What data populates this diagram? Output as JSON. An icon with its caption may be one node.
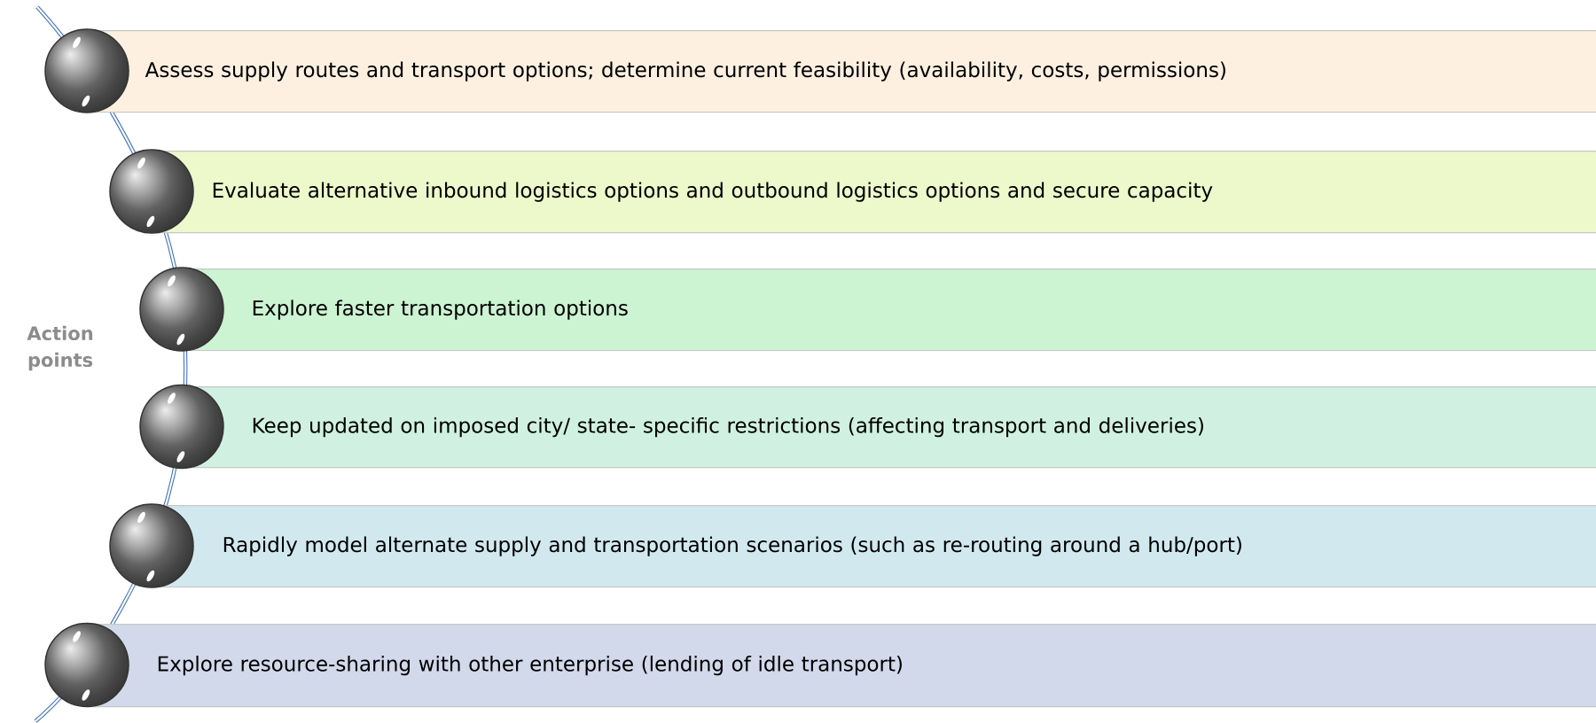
{
  "diagram": {
    "nodes": [
      {
        "text": [
          "Assess supply routes and transport options; determine current feasibility (availability, costs, permissions)"
        ]
      },
      {
        "text": [
          "Evaluate alternative inbound logistics options and outbound logistics options and secure capacity"
        ]
      },
      {
        "text": [
          "Explore faster transportation options"
        ]
      },
      {
        "text": [
          "Keep updated on imposed city/ state- specific restrictions (affecting transport and deliveries)"
        ]
      },
      {
        "text": [
          "Rapidly model alternate supply and transportation scenarios (such as re-routing around a hub/port)"
        ]
      },
      {
        "text": [
          "Explore resource-sharing with other enterprise (lending of idle transport)"
        ]
      }
    ],
    "labels": [
      "Action points"
    ]
  }
}
